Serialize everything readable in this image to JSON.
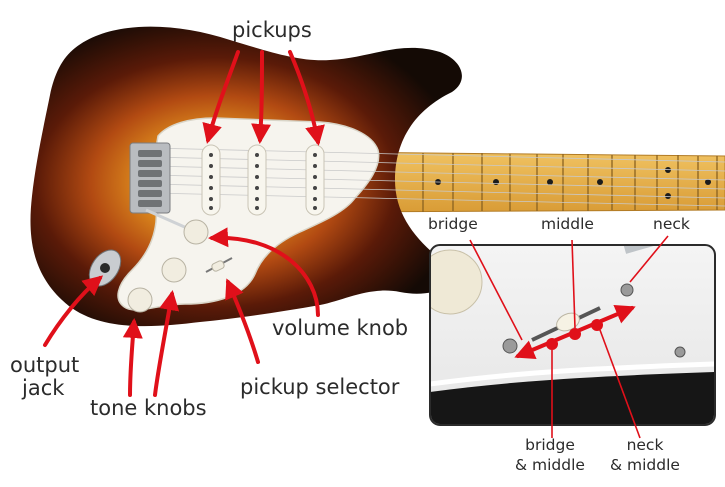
{
  "labels": {
    "pickups": "pickups",
    "volume_knob": "volume knob",
    "pickup_selector": "pickup selector",
    "tone_knobs": "tone knobs",
    "output_jack_line1": "output",
    "output_jack_line2": "jack"
  },
  "inset_labels": {
    "bridge": "bridge",
    "middle": "middle",
    "neck": "neck",
    "bridge_middle_line1": "bridge",
    "bridge_middle_line2": "& middle",
    "neck_middle_line1": "neck",
    "neck_middle_line2": "& middle"
  },
  "colors": {
    "arrow_red": "#e0101a",
    "body_sunburst_dark": "#1a0d06",
    "body_sunburst_mid": "#8a2a0c",
    "body_sunburst_center": "#e6a02a",
    "pickguard": "#f7f5ef",
    "fretboard": "#e8b24e",
    "label_text": "#2b2b2b"
  }
}
